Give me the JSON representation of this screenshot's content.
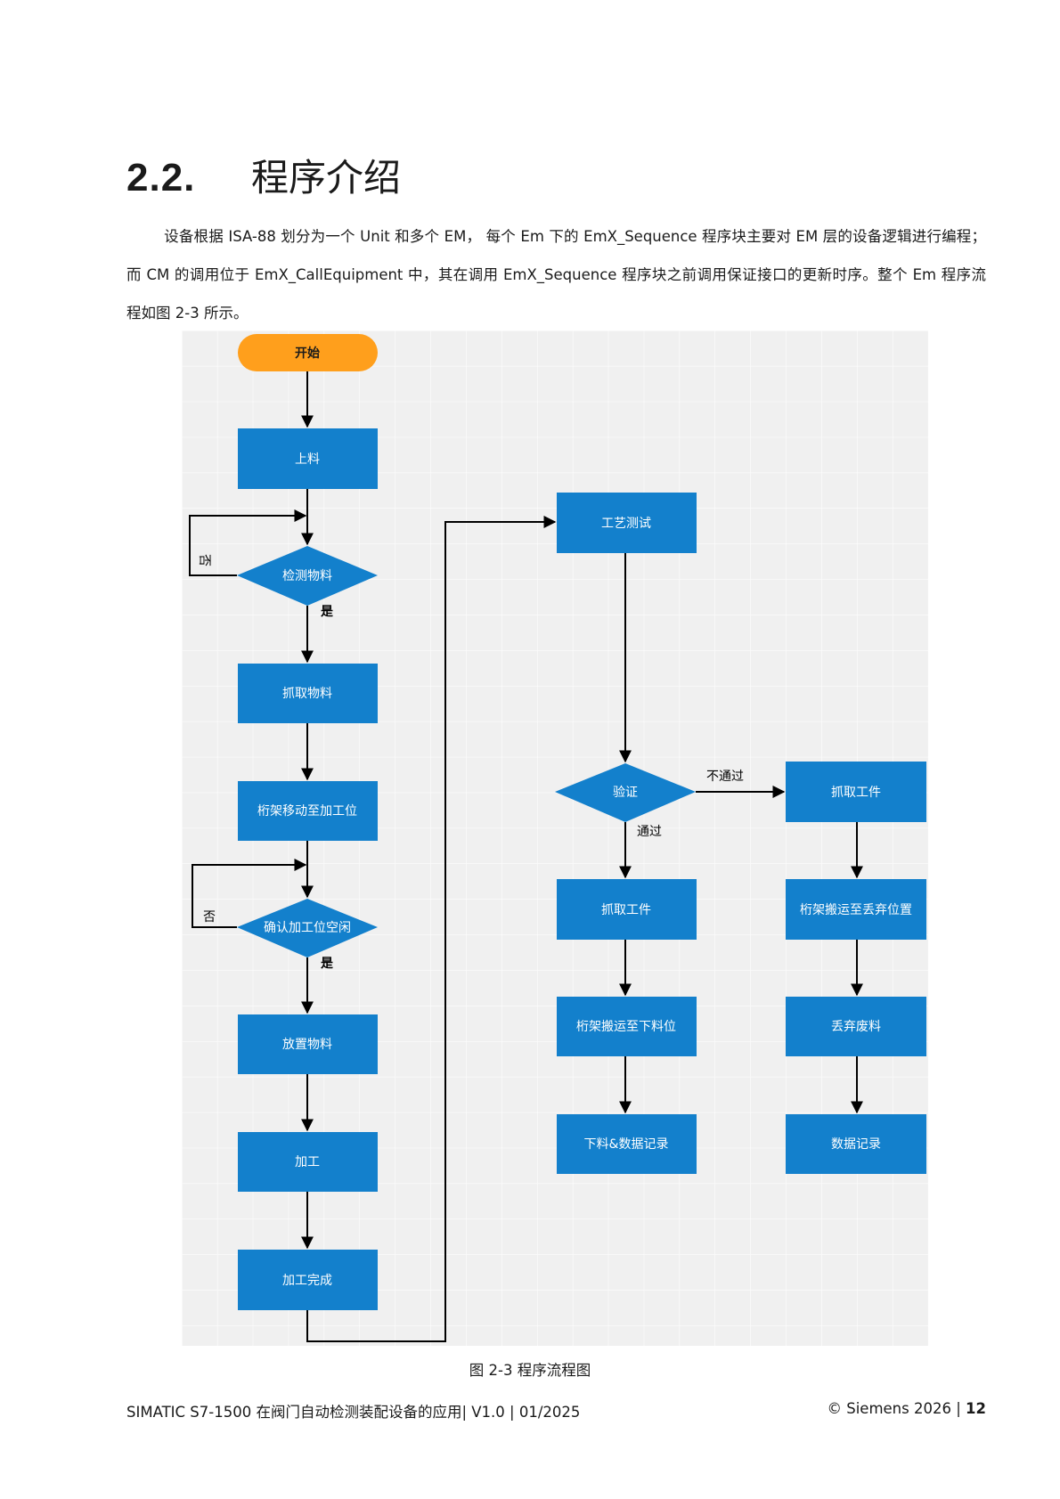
{
  "section": {
    "number": "2.2.",
    "title": "程序介绍",
    "paragraph": "设备根据 ISA-88 划分为一个 Unit 和多个 EM， 每个 Em 下的 EmX_Sequence 程序块主要对 EM 层的设备逻辑进行编程；而 CM 的调用位于 EmX_CallEquipment 中，其在调用 EmX_Sequence 程序块之前调用保证接口的更新时序。整个 Em 程序流程如图 2-3 所示。"
  },
  "flowchart": {
    "colors": {
      "process": "#1380cc",
      "start": "#ff9f1c",
      "grid": "#f0f0f0",
      "gridline": "#ffffff",
      "edge": "#000000"
    },
    "nodes": {
      "start": "开始",
      "load": "上料",
      "detect_material": "检测物料",
      "grab_material": "抓取物料",
      "gantry_to_station": "桁架移动至加工位",
      "confirm_station_idle": "确认加工位空闲",
      "place_material": "放置物料",
      "process": "加工",
      "process_done": "加工完成",
      "process_test": "工艺测试",
      "verify": "验证",
      "grab_part_pass": "抓取工件",
      "gantry_to_unload": "桁架搬运至下料位",
      "unload_record": "下料&数据记录",
      "grab_part_fail": "抓取工件",
      "gantry_to_discard": "桁架搬运至丢弃位置",
      "discard_scrap": "丢弃废料",
      "data_record": "数据记录"
    },
    "edge_labels": {
      "no_1": "否",
      "yes_1": "是",
      "no_2": "否",
      "yes_2": "是",
      "fail": "不通过",
      "pass": "通过"
    }
  },
  "caption": "图 2-3 程序流程图",
  "footer": {
    "left": "SIMATIC S7-1500 在阀门自动检测装配设备的应用| V1.0 | 01/2025",
    "right_prefix": "© Siemens 2026 | ",
    "page": "12"
  }
}
